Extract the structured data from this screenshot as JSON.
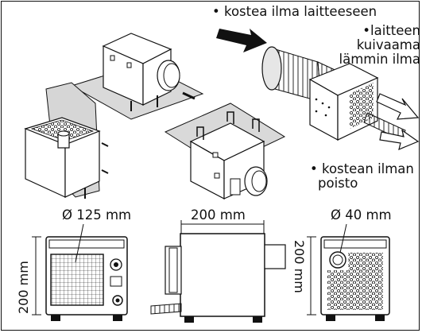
{
  "labels": {
    "humid_air_in": "• kostea ilma laitteeseen",
    "dried_warm_air_line1": "•laitteen",
    "dried_warm_air_line2": "kuivaama",
    "dried_warm_air_line3": "lämmin ilma",
    "humid_air_out_line1": "• kostean ilman",
    "humid_air_out_line2": "poisto"
  },
  "dimensions": {
    "diameter_large": "Ø 125 mm",
    "width": "200 mm",
    "diameter_small": "Ø 40 mm",
    "height_left": "200 mm",
    "height_right": "200 mm"
  },
  "colors": {
    "stroke": "#111111",
    "panel_fill": "#d6d6d6",
    "duct_fill": "#e6e6e6"
  }
}
